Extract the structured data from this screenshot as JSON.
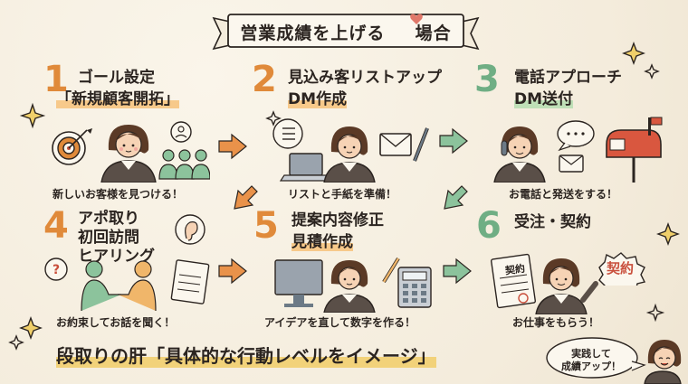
{
  "title": {
    "main": "営業成績を上げる",
    "suffix": "場合"
  },
  "steps": [
    {
      "number": "1",
      "line1": "ゴール設定",
      "line2": "「新規顧客開拓」",
      "caption": "新しいお客様を見つける！"
    },
    {
      "number": "2",
      "line1": "見込み客リストアップ",
      "line2": "DM作成",
      "caption": "リストと手紙を準備！"
    },
    {
      "number": "3",
      "line1": "電話アプローチ",
      "line2": "DM送付",
      "caption": "お電話と発送をする！"
    },
    {
      "number": "4",
      "line1": "アポ取り",
      "line2": "初回訪問",
      "line3": "ヒアリング",
      "caption": "お約束してお話を聞く！"
    },
    {
      "number": "5",
      "line1": "提案内容修正",
      "line2": "見積作成",
      "caption": "アイデアを直して数字を作る！"
    },
    {
      "number": "6",
      "line1": "受注・契約",
      "caption": "お仕事をもらう！"
    }
  ],
  "contract_label": "契約",
  "contract_badge": "契約",
  "bottom_banner": "段取りの肝「具体的な行動レベルをイメージ」",
  "speech_bubble": {
    "line1": "実践して",
    "line2": "成績アップ！"
  },
  "colors": {
    "orange": "#e08a3a",
    "green": "#6fae84",
    "suit": "#5a4f48",
    "hair": "#5b3a26",
    "background": "#f7f1e3"
  }
}
